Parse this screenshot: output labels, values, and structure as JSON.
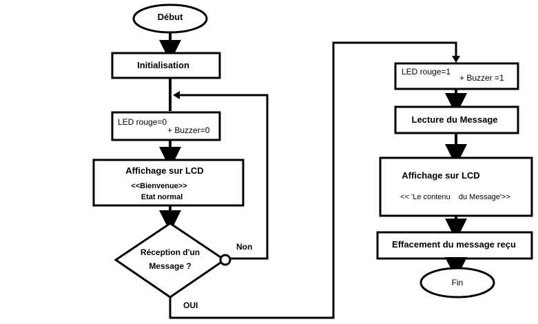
{
  "left_column": {
    "start_label": "Début",
    "init_label": "Initialisation",
    "led_off_label": "LED rouge=0",
    "buzzer_off_label": "+ Buzzer=0",
    "display_title": "Affichage sur LCD",
    "display_line1": "<<Bienvenue>>",
    "display_line2": "Etat normal",
    "decision_line1": "Réception d'un",
    "decision_line2": "Message ?",
    "no_label": "Non",
    "yes_label": "OUI"
  },
  "right_column": {
    "led_on_label": "LED rouge=1",
    "buzzer_on_label": "+ Buzzer =1",
    "read_label": "Lecture du Message",
    "display_title": "Affichage sur LCD",
    "display_content": "<< 'Le contenu    du Message'>>",
    "erase_label": "Effacement du message reçu",
    "end_label": "Fin"
  },
  "colors": {
    "stroke": "#000000",
    "fill": "#ffffff"
  }
}
